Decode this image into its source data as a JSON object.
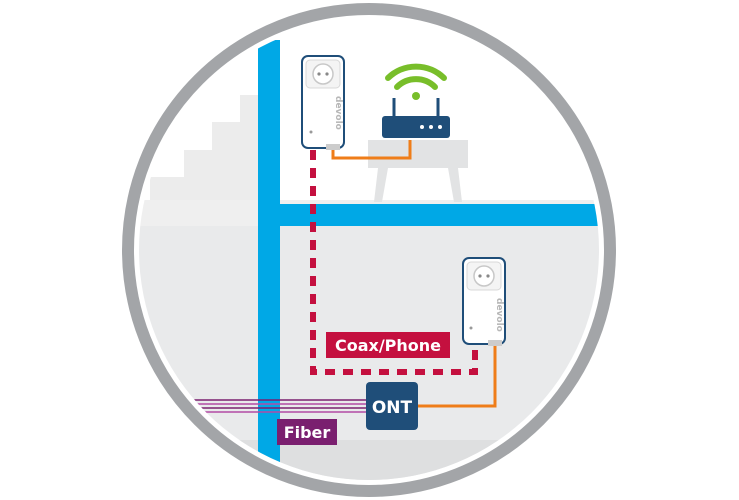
{
  "labels": {
    "coax_phone": "Coax/Phone",
    "ont": "ONT",
    "fiber": "Fiber"
  },
  "adapters": {
    "brand": "devolo"
  },
  "colors": {
    "ring": "#a3a5a8",
    "wall_blue": "#00a8e6",
    "floor_gray": "#e8e9ea",
    "room_gray": "#f2f3f3",
    "coax_dotted": "#c4103f",
    "coax_label_bg": "#c4103f",
    "ethernet_orange": "#ef7d19",
    "router_navy": "#1f4e79",
    "wifi_green": "#78be2a",
    "ont_navy": "#1f4e79",
    "fiber_purple": "#7a1f6f"
  },
  "icons": [
    "wifi-icon",
    "router-icon",
    "power-socket-icon",
    "ont-box",
    "fiber-cable"
  ]
}
